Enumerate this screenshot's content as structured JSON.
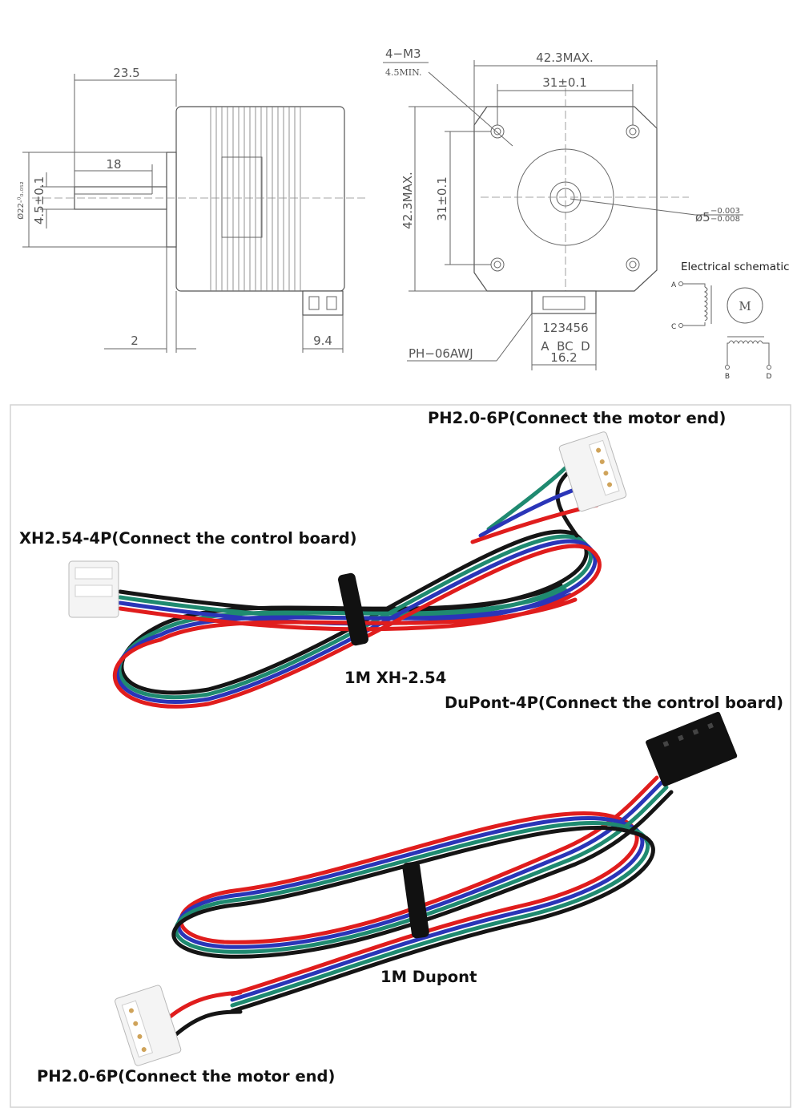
{
  "colors": {
    "wire_black": "#151515",
    "wire_green": "#1f8a70",
    "wire_blue": "#2a35b8",
    "wire_red": "#e01d1d",
    "connector": "#f4f4f4",
    "panel_border": "#d4d4d4"
  },
  "side_view": {
    "dim_length": "23.5",
    "dim_shaft": "18",
    "dim_flange": "2",
    "dim_connector": "9.4",
    "dim_diameter": "Ø22-⁰₀.₀₅₂",
    "dim_flat": "4.5±0.1"
  },
  "front_view": {
    "screw_spec": "4−M3",
    "screw_depth": "4.5MIN.",
    "width_max": "42.3MAX.",
    "hole_spacing": "31±0.1",
    "height_max": "42.3MAX.",
    "hole_spacing_vertical": "31±0.1",
    "shaft_diameter": "ø5",
    "shaft_tol_upper": "−0.003",
    "shaft_tol_lower": "−0.008",
    "connector_model": "PH−06AWJ",
    "pin_numbers": "123456",
    "pin_letters": "A  BC  D",
    "connector_width": "16.2"
  },
  "schematic": {
    "title": "Electrical schematic",
    "terminal_a": "A",
    "terminal_c": "C",
    "terminal_b": "B",
    "terminal_d": "D",
    "motor_symbol": "M"
  },
  "cables": {
    "xh_motor_end": "PH2.0-6P(Connect the motor end)",
    "xh_board_end": "XH2.54-4P(Connect the control board)",
    "xh_name": "1M XH-2.54",
    "dupont_board_end": "DuPont-4P(Connect the control board)",
    "dupont_name": "1M Dupont",
    "dupont_motor_end": "PH2.0-6P(Connect the motor end)"
  }
}
